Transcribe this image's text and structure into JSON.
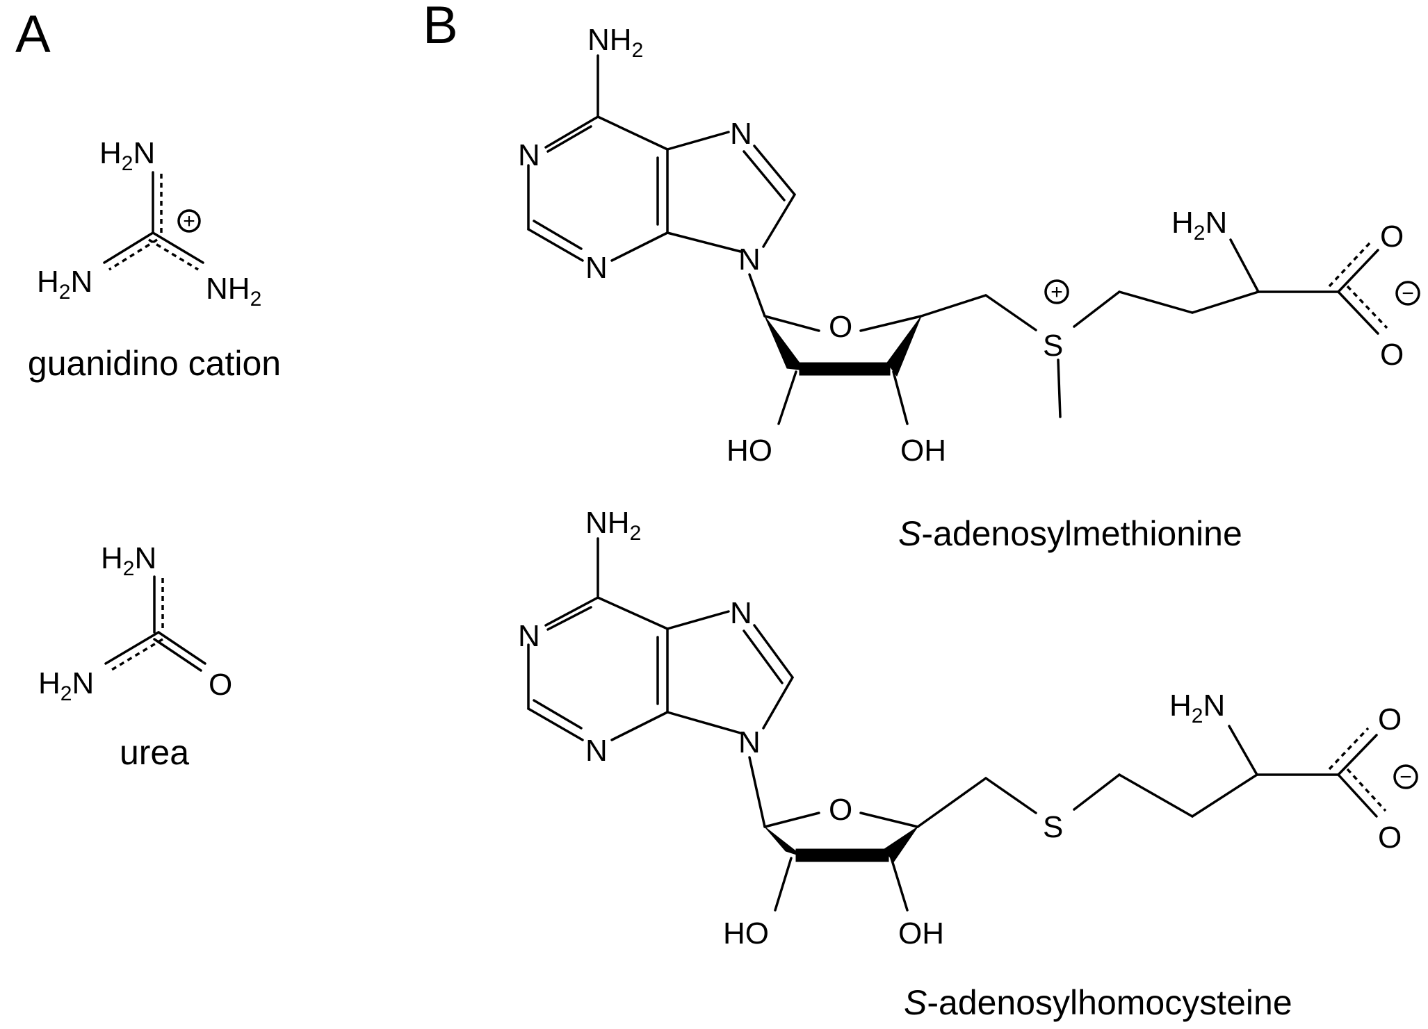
{
  "panels": {
    "a": "A",
    "b": "B"
  },
  "atoms": {
    "N": "N",
    "O": "O",
    "S": "S",
    "H": "H",
    "two": "2",
    "OH": "OH",
    "HO": "HO",
    "plus": "+",
    "minus": "−"
  },
  "names": {
    "guanidino": "guanidino cation",
    "urea": "urea",
    "sam_prefix": "S",
    "sam_rest": "-adenosylmethionine",
    "sah_prefix": "S",
    "sah_rest": "-adenosylhomocysteine"
  },
  "colors": {
    "ink": "#000000",
    "background": "#ffffff"
  }
}
